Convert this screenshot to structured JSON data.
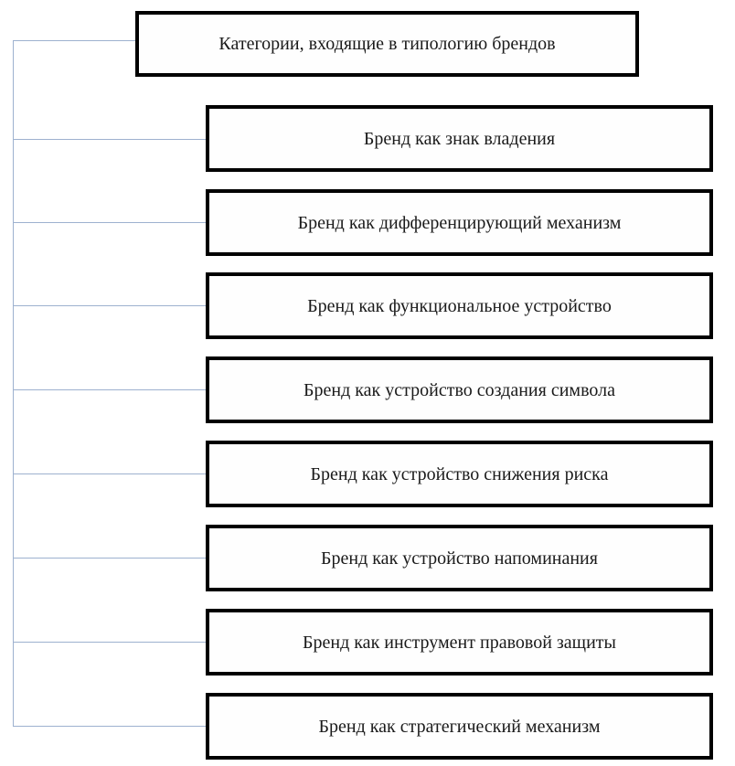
{
  "diagram": {
    "title": "Категории, входящие в типологию брендов",
    "items": [
      {
        "label": "Бренд как знак владения"
      },
      {
        "label": "Бренд как дифференцирующий механизм"
      },
      {
        "label": "Бренд как функциональное устройство"
      },
      {
        "label": "Бренд как устройство создания символа"
      },
      {
        "label": "Бренд как устройство снижения риска"
      },
      {
        "label": "Бренд как устройство напоминания"
      },
      {
        "label": "Бренд как инструмент правовой защиты"
      },
      {
        "label": "Бренд как стратегический механизм"
      }
    ],
    "colors": {
      "connector": "#9db1cf",
      "box_border": "#000000",
      "text": "#1a1a1a",
      "background": "#ffffff"
    }
  }
}
